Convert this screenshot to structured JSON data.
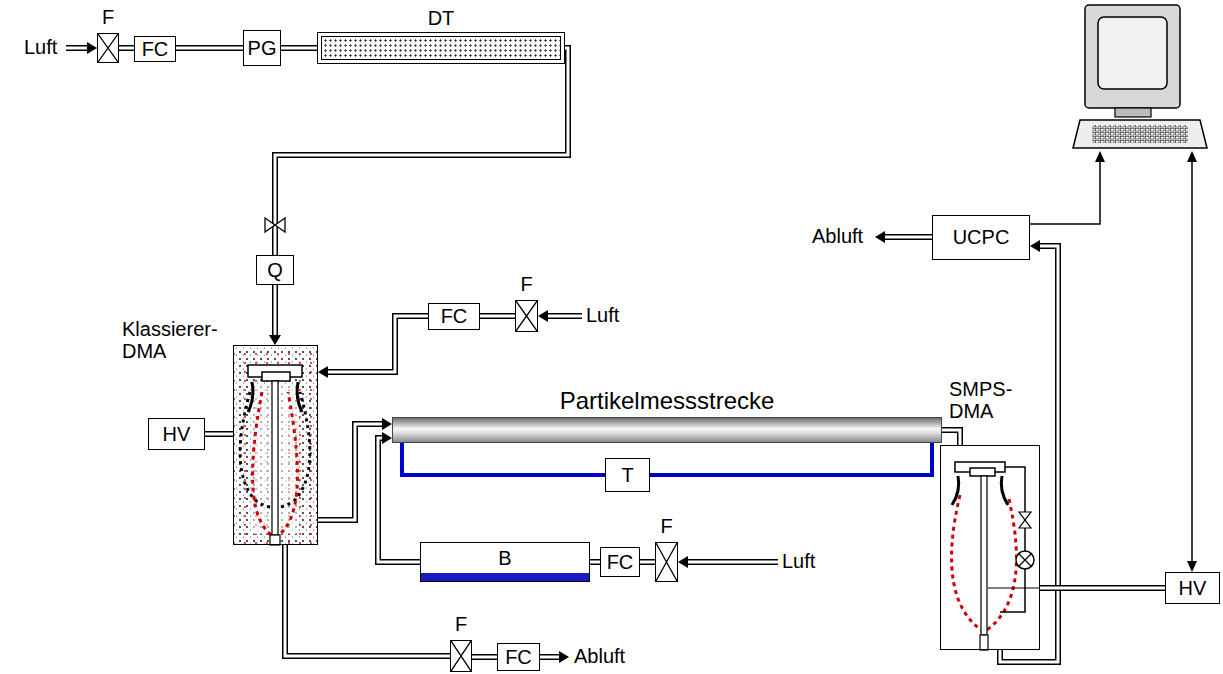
{
  "diagram": {
    "nodes": [
      {
        "text": [
          "F"
        ]
      },
      {
        "text": [
          "FC"
        ]
      },
      {
        "text": [
          "PG"
        ]
      },
      {
        "text": [
          "DT"
        ]
      },
      {
        "text": [
          "Q"
        ]
      },
      {
        "text": [
          "F"
        ]
      },
      {
        "text": [
          "FC"
        ]
      },
      {
        "text": [
          "Klassierer- DMA"
        ]
      },
      {
        "text": [
          "HV"
        ]
      },
      {
        "text": [
          "Partikelmessstrecke"
        ]
      },
      {
        "text": [
          "T"
        ]
      },
      {
        "text": [
          "B"
        ]
      },
      {
        "text": [
          "FC"
        ]
      },
      {
        "text": [
          "F"
        ]
      },
      {
        "text": [
          "F"
        ]
      },
      {
        "text": [
          "FC"
        ]
      },
      {
        "text": [
          "UCPC"
        ]
      },
      {
        "text": [
          "SMPS- DMA"
        ]
      },
      {
        "text": [
          "HV"
        ]
      }
    ],
    "edges": [
      {
        "from": 0,
        "to": 1,
        "arrow": "none"
      },
      {
        "from": 1,
        "to": 2,
        "arrow": "none"
      },
      {
        "from": 2,
        "to": 3,
        "arrow": "none"
      },
      {
        "from": 3,
        "to": 4,
        "arrow": "none"
      },
      {
        "from": 4,
        "to": 7,
        "arrow": "to"
      },
      {
        "from": 8,
        "to": 7,
        "arrow": "none"
      },
      {
        "from": 5,
        "to": 6,
        "arrow": "none"
      },
      {
        "from": 6,
        "to": 7,
        "arrow": "to"
      },
      {
        "from": 7,
        "to": 9,
        "arrow": "to"
      },
      {
        "from": 9,
        "to": 10,
        "arrow": "none"
      },
      {
        "from": 10,
        "to": 9,
        "arrow": "none"
      },
      {
        "from": 11,
        "to": 9,
        "arrow": "to"
      },
      {
        "from": 12,
        "to": 11,
        "arrow": "none"
      },
      {
        "from": 13,
        "to": 12,
        "arrow": "none"
      },
      {
        "from": 7,
        "to": 14,
        "arrow": "none"
      },
      {
        "from": 14,
        "to": 15,
        "arrow": "none"
      },
      {
        "from": 9,
        "to": 17,
        "arrow": "none"
      },
      {
        "from": 17,
        "to": 16,
        "arrow": "to"
      },
      {
        "from": 18,
        "to": 17,
        "arrow": "none"
      }
    ],
    "labels": [
      "Luft",
      "Abluft",
      "Luft",
      "Luft",
      "Abluft"
    ]
  }
}
